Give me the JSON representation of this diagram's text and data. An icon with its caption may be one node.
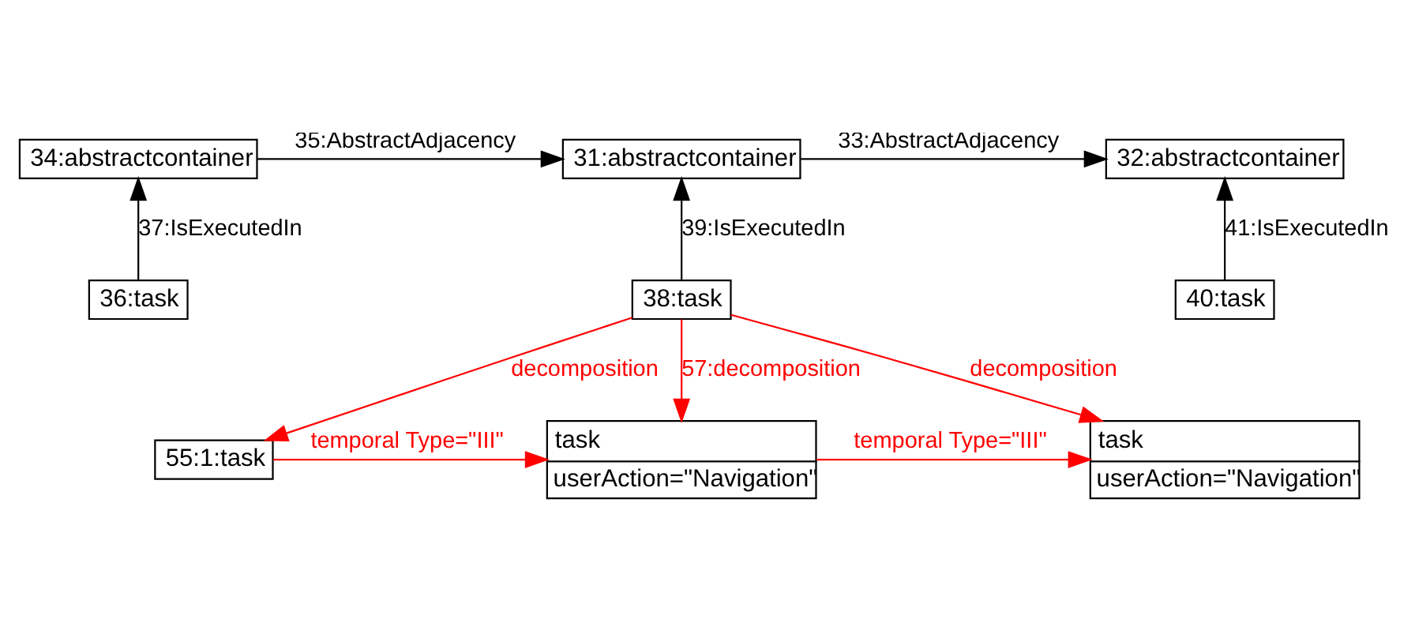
{
  "diagram": {
    "nodes": [
      {
        "text": [
          "34:abstractcontainer"
        ]
      },
      {
        "text": [
          "31:abstractcontainer"
        ]
      },
      {
        "text": [
          "32:abstractcontainer"
        ]
      },
      {
        "text": [
          "36:task"
        ]
      },
      {
        "text": [
          "38:task"
        ]
      },
      {
        "text": [
          "40:task"
        ]
      },
      {
        "text": [
          "55:1:task"
        ]
      },
      {
        "text": [
          "task",
          "userAction=\"Navigation\""
        ]
      },
      {
        "text": [
          "task",
          "userAction=\"Navigation\""
        ]
      }
    ],
    "edges": [
      {
        "from": 0,
        "to": 1,
        "arrow": "to",
        "label": "35:AbstractAdjacency"
      },
      {
        "from": 1,
        "to": 2,
        "arrow": "to",
        "label": "33:AbstractAdjacency"
      },
      {
        "from": 3,
        "to": 0,
        "arrow": "to",
        "label": "37:IsExecutedIn"
      },
      {
        "from": 4,
        "to": 1,
        "arrow": "to",
        "label": "39:IsExecutedIn"
      },
      {
        "from": 5,
        "to": 2,
        "arrow": "to",
        "label": "41:IsExecutedIn"
      },
      {
        "from": 4,
        "to": 6,
        "arrow": "to",
        "label": "decomposition",
        "color": "#ff0000"
      },
      {
        "from": 4,
        "to": 7,
        "arrow": "to",
        "label": "57:decomposition",
        "color": "#ff0000"
      },
      {
        "from": 4,
        "to": 8,
        "arrow": "to",
        "label": "decomposition",
        "color": "#ff0000"
      },
      {
        "from": 6,
        "to": 7,
        "arrow": "to",
        "label": "temporal Type=\"III\"",
        "color": "#ff0000"
      },
      {
        "from": 7,
        "to": 8,
        "arrow": "to",
        "label": "temporal Type=\"III\"",
        "color": "#ff0000"
      }
    ]
  }
}
